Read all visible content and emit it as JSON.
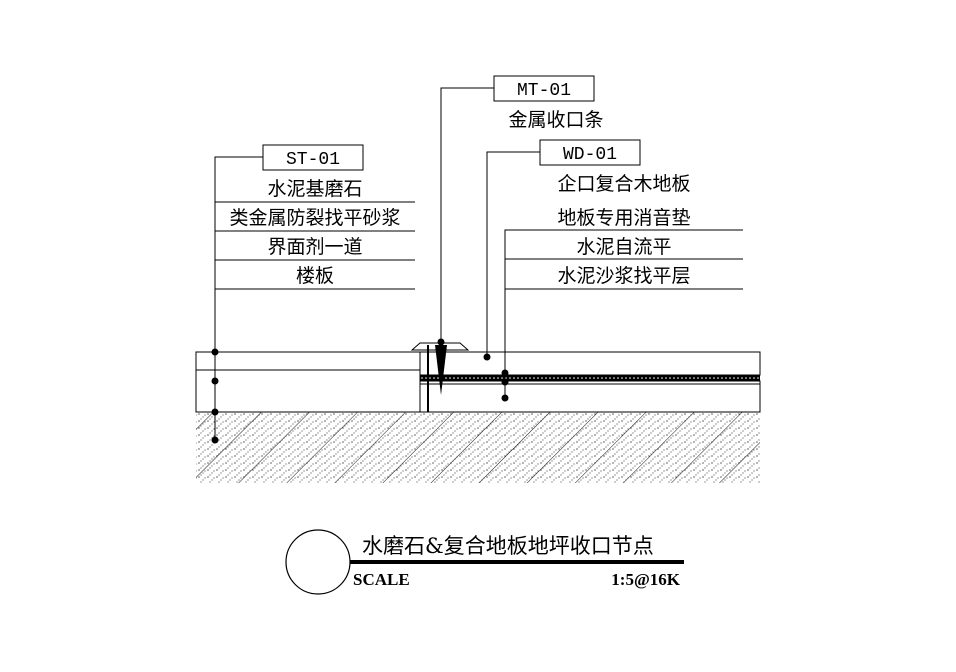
{
  "labels": {
    "st": {
      "code": "ST-01",
      "layers": [
        "水泥基磨石",
        "类金属防裂找平砂浆",
        "界面剂一道",
        "楼板"
      ]
    },
    "mt": {
      "code": "MT-01",
      "layers": [
        "金属收口条"
      ]
    },
    "wd": {
      "code": "WD-01",
      "layers": [
        "企口复合木地板",
        "地板专用消音垫",
        "水泥自流平",
        "水泥沙浆找平层"
      ]
    }
  },
  "title_block": {
    "title": "水磨石&复合地板地坪收口节点",
    "scale_label": "SCALE",
    "scale_value": "1:5@16K"
  }
}
